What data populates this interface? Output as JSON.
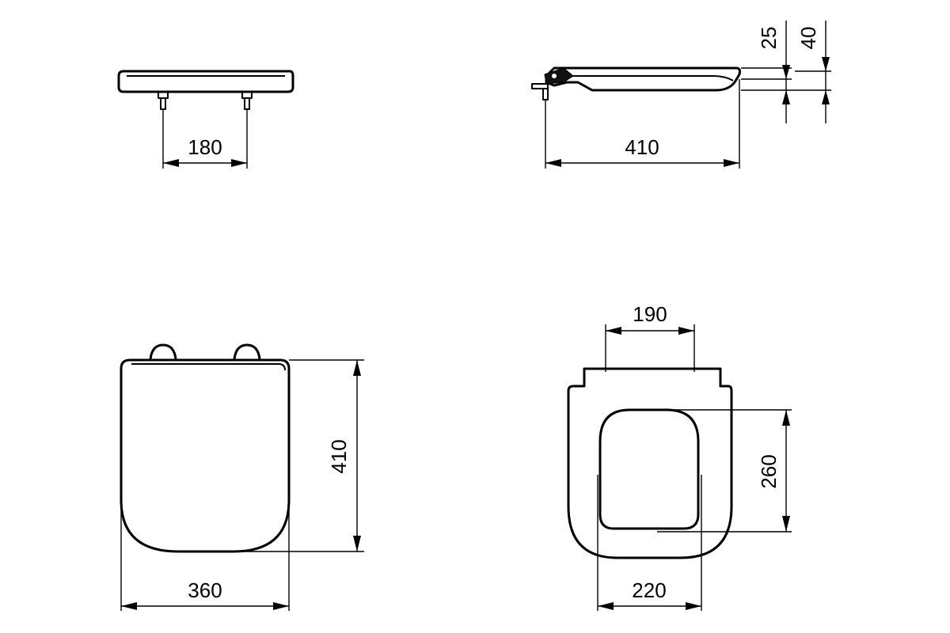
{
  "dimensions": {
    "hinge_spacing": "180",
    "side_length": "410",
    "lid_thickness": "25",
    "overall_height": "40",
    "top_length": "410",
    "top_width": "360",
    "hinge_plate_width": "190",
    "opening_length": "260",
    "opening_width": "220"
  },
  "icons": {
    "front_view": "seat-front-elevation",
    "side_view": "seat-side-elevation",
    "top_view": "seat-lid-top-view",
    "bottom_view": "seat-ring-underside-view"
  }
}
